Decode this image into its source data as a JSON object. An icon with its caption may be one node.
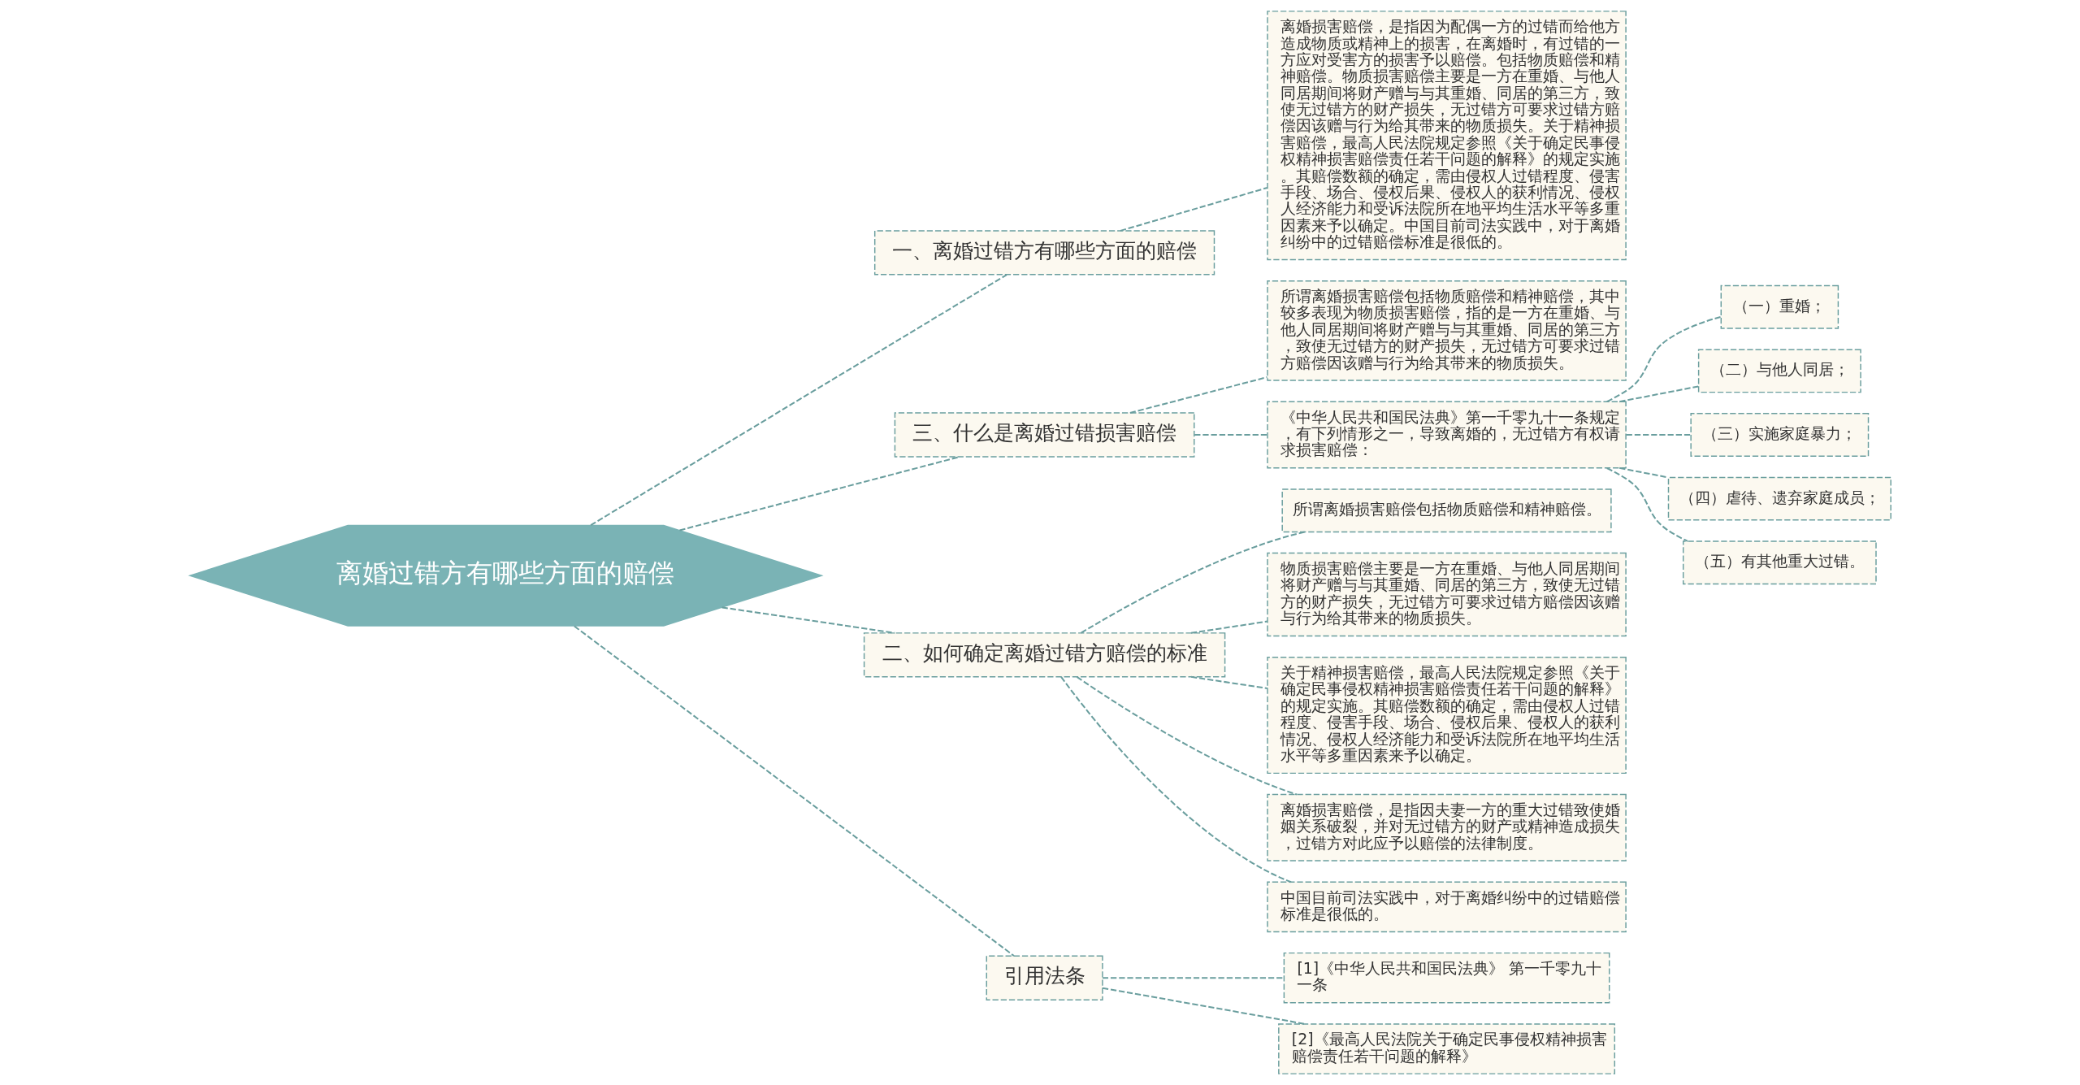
{
  "diagram": {
    "nodes": [
      {
        "text": [
          "离婚过错方有哪些方面的赔偿"
        ]
      },
      {
        "text": [
          "一、离婚过错方有哪些方面的赔偿"
        ]
      },
      {
        "text": [
          "离婚损害赔偿，是指因为配偶一方的过错而给他方造成物质或精神上的损害，在离婚时，有过错的一方应对受害方的损害予以赔偿。包括物质赔偿和精神赔偿。物质损害赔偿主要是一方在重婚、与他人同居期间将财产赠与与其重婚、同居的第三方，致使无过错方的财产损失，无过错方可要求过错方赔偿因该赠与行为给其带来的物质损失。关于精神损害赔偿，最高人民法院规定参照《关于确定民事侵权精神损害赔偿责任若干问题的解释》的规定实施。其赔偿数额的确定，需由侵权人过错程度、侵害手段、场合、侵权后果、侵权人的获利情况、侵权人经济能力和受诉法院所在地平均生活水平等多重因素来予以确定。中国目前司法实践中，对于离婚纠纷中的过错赔偿标准是很低的。"
        ]
      },
      {
        "text": [
          "三、什么是离婚过错损害赔偿"
        ]
      },
      {
        "text": [
          "所谓离婚损害赔偿包括物质赔偿和精神赔偿，其中较多表现为物质损害赔偿，指的是一方在重婚、与他人同居期间将财产赠与与其重婚、同居的第三方，致使无过错方的财产损失，无过错方可要求过错方赔偿因该赠与行为给其带来的物质损失。"
        ]
      },
      {
        "text": [
          "《中华人民共和国民法典》第一千零九十一条规定，有下列情形之一，导致离婚的，无过错方有权请求损害赔偿："
        ]
      },
      {
        "text": [
          "（一）重婚；"
        ]
      },
      {
        "text": [
          "（二）与他人同居；"
        ]
      },
      {
        "text": [
          "（三）实施家庭暴力；"
        ]
      },
      {
        "text": [
          "（四）虐待、遗弃家庭成员；"
        ]
      },
      {
        "text": [
          "（五）有其他重大过错。"
        ]
      },
      {
        "text": [
          "二、如何确定离婚过错方赔偿的标准"
        ]
      },
      {
        "text": [
          "所谓离婚损害赔偿包括物质赔偿和精神赔偿。"
        ]
      },
      {
        "text": [
          "物质损害赔偿主要是一方在重婚、与他人同居期间将财产赠与与其重婚、同居的第三方，致使无过错方的财产损失，无过错方可要求过错方赔偿因该赠与行为给其带来的物质损失。"
        ]
      },
      {
        "text": [
          "关于精神损害赔偿，最高人民法院规定参照《关于确定民事侵权精神损害赔偿责任若干问题的解释》的规定实施。其赔偿数额的确定，需由侵权人过错程度、侵害手段、场合、侵权后果、侵权人的获利情况、侵权人经济能力和受诉法院所在地平均生活水平等多重因素来予以确定。"
        ]
      },
      {
        "text": [
          "离婚损害赔偿，是指因夫妻一方的重大过错致使婚姻关系破裂，并对无过错方的财产或精神造成损失，过错方对此应予以赔偿的法律制度。"
        ]
      },
      {
        "text": [
          "中国目前司法实践中，对于离婚纠纷中的过错赔偿标准是很低的。"
        ]
      },
      {
        "text": [
          "引用法条"
        ]
      },
      {
        "text": [
          "[1]《中华人民共和国民法典》 第一千零九十一条"
        ]
      },
      {
        "text": [
          "[2]《最高人民法院关于确定民事侵权精神损害赔偿责任若干问题的解释》"
        ]
      }
    ],
    "edges": [
      {
        "from": 0,
        "to": 1,
        "arrow": "none"
      },
      {
        "from": 1,
        "to": 2,
        "arrow": "none"
      },
      {
        "from": 0,
        "to": 3,
        "arrow": "none"
      },
      {
        "from": 3,
        "to": 4,
        "arrow": "none"
      },
      {
        "from": 3,
        "to": 5,
        "arrow": "none"
      },
      {
        "from": 5,
        "to": 6,
        "arrow": "none"
      },
      {
        "from": 5,
        "to": 7,
        "arrow": "none"
      },
      {
        "from": 5,
        "to": 8,
        "arrow": "none"
      },
      {
        "from": 5,
        "to": 9,
        "arrow": "none"
      },
      {
        "from": 5,
        "to": 10,
        "arrow": "none"
      },
      {
        "from": 0,
        "to": 11,
        "arrow": "none"
      },
      {
        "from": 11,
        "to": 12,
        "arrow": "none"
      },
      {
        "from": 11,
        "to": 13,
        "arrow": "none"
      },
      {
        "from": 11,
        "to": 14,
        "arrow": "none"
      },
      {
        "from": 11,
        "to": 15,
        "arrow": "none"
      },
      {
        "from": 11,
        "to": 16,
        "arrow": "none"
      },
      {
        "from": 0,
        "to": 17,
        "arrow": "none"
      },
      {
        "from": 17,
        "to": 18,
        "arrow": "none"
      },
      {
        "from": 17,
        "to": 19,
        "arrow": "none"
      }
    ]
  }
}
